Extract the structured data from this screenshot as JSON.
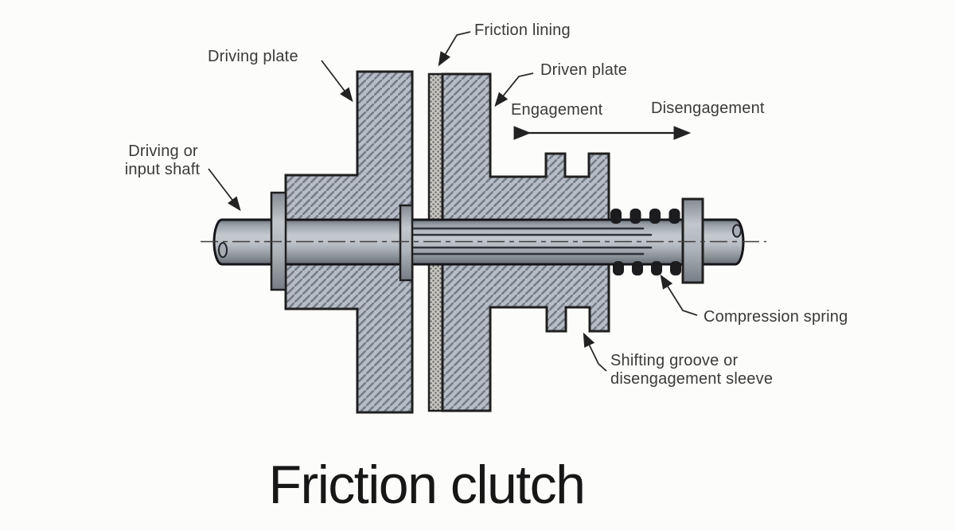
{
  "figure": {
    "title": "Friction clutch",
    "kind": "cross-section diagram of a friction clutch"
  },
  "labels": {
    "driving_plate": "Driving plate",
    "friction_lining": "Friction lining",
    "driven_plate": "Driven plate",
    "engagement": "Engagement",
    "disengagement": "Disengagement",
    "input_shaft_line1": "Driving or",
    "input_shaft_line2": "input shaft",
    "compression_spring": "Compression spring",
    "shifting_groove_line1": "Shifting groove or",
    "shifting_groove_line2": "disengagement sleeve"
  },
  "colors": {
    "background": "#fcfcfa",
    "outline": "#1f1f1f",
    "metal_fill": "#b7bdc7",
    "hatch_line": "#767d88",
    "lining_fill": "#c6c4bc",
    "spring_coil": "#1c1c1f",
    "label_text": "#3a3a3a",
    "title_text": "#171717"
  }
}
